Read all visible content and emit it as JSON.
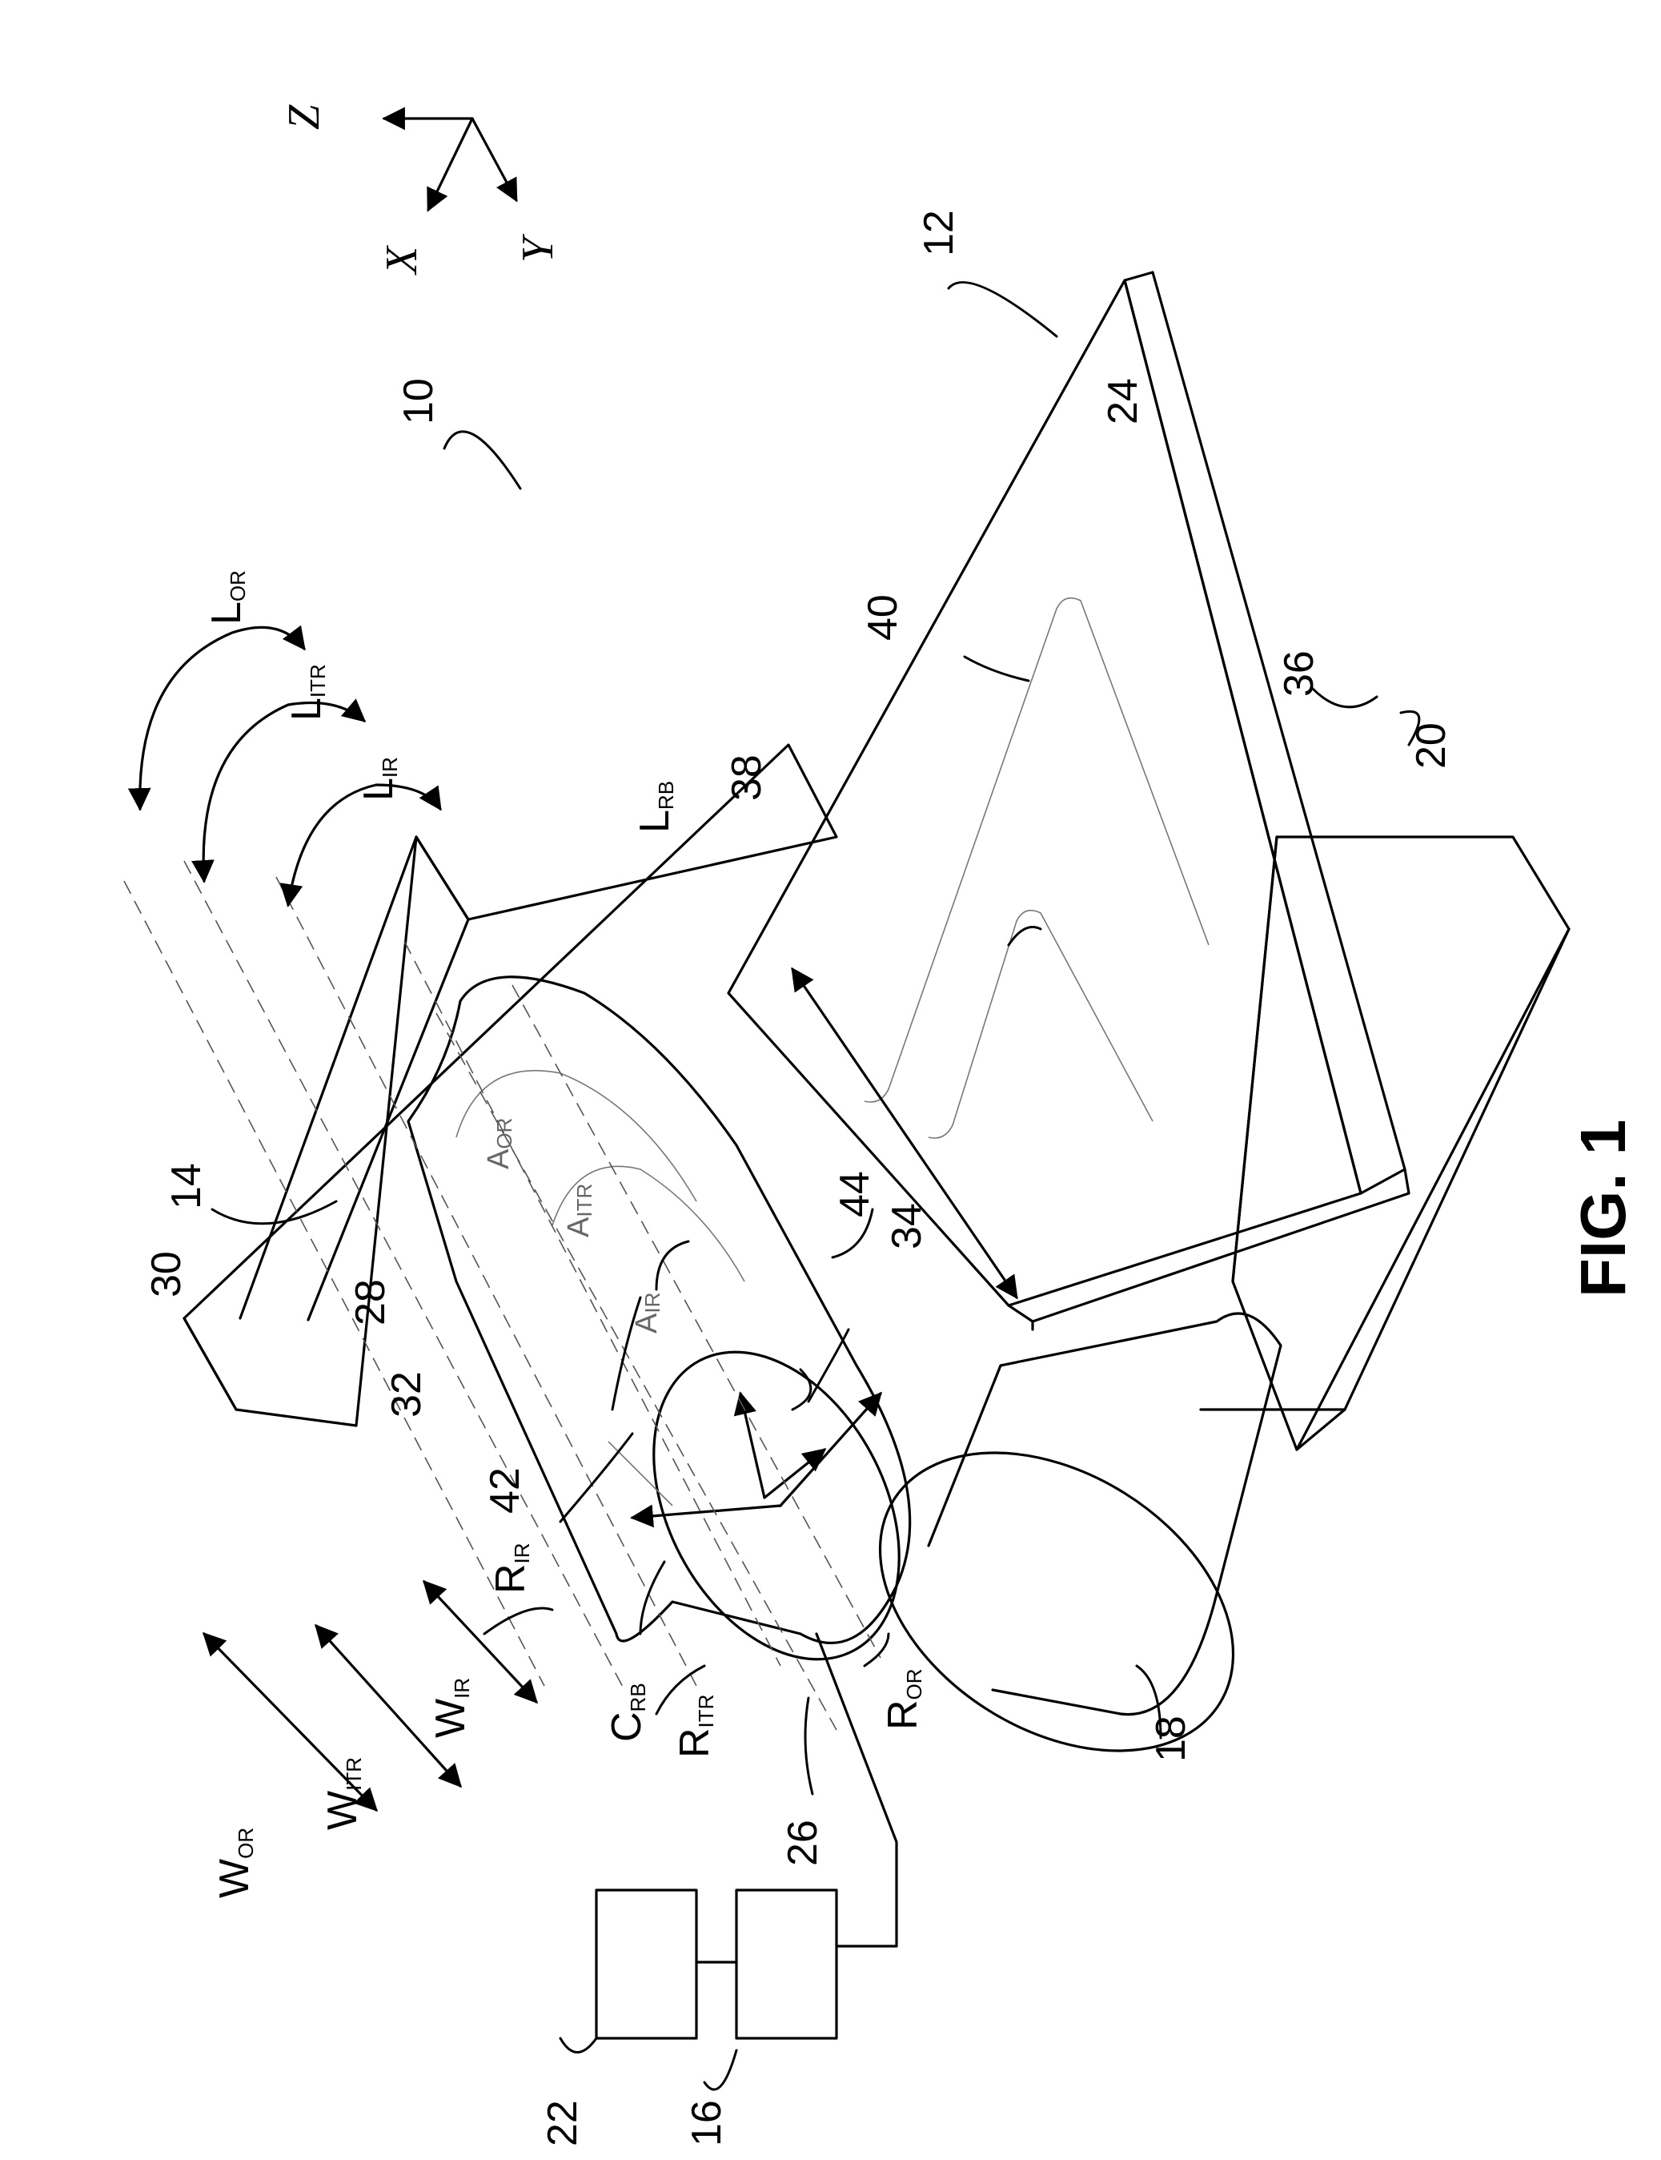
{
  "figure_caption": "FIG. 1",
  "axes": {
    "z": "Z",
    "x": "X",
    "y": "Y"
  },
  "reference_numerals": {
    "system": "10",
    "workpiece_assembly": "12",
    "base": "14",
    "controller": "16",
    "support_roller": "18",
    "lower_layer": "20",
    "power_box": "22",
    "roller_body": "24",
    "end_face": "26",
    "inner_ring_edge": "28",
    "outer_ring_edge": "30",
    "surface_32": "32",
    "surface_34": "34",
    "top_sheet": "36",
    "inner_region": "38",
    "outer_region": "40",
    "boundary_42": "42",
    "boundary_44": "44"
  },
  "dimension_labels": {
    "L_OR": {
      "main": "L",
      "sub": "OR"
    },
    "L_ITR": {
      "main": "L",
      "sub": "ITR"
    },
    "L_IR": {
      "main": "L",
      "sub": "IR"
    },
    "L_RB": {
      "main": "L",
      "sub": "RB"
    },
    "A_OR": {
      "main": "A",
      "sub": "OR"
    },
    "A_ITR": {
      "main": "A",
      "sub": "ITR"
    },
    "A_IR": {
      "main": "A",
      "sub": "IR"
    },
    "W_OR": {
      "main": "W",
      "sub": "OR"
    },
    "W_ITR": {
      "main": "W",
      "sub": "ITR"
    },
    "W_IR": {
      "main": "W",
      "sub": "IR"
    },
    "R_IR": {
      "main": "R",
      "sub": "IR"
    },
    "R_ITR": {
      "main": "R",
      "sub": "ITR"
    },
    "R_OR": {
      "main": "R",
      "sub": "OR"
    },
    "C_RB": {
      "main": "C",
      "sub": "RB"
    }
  }
}
